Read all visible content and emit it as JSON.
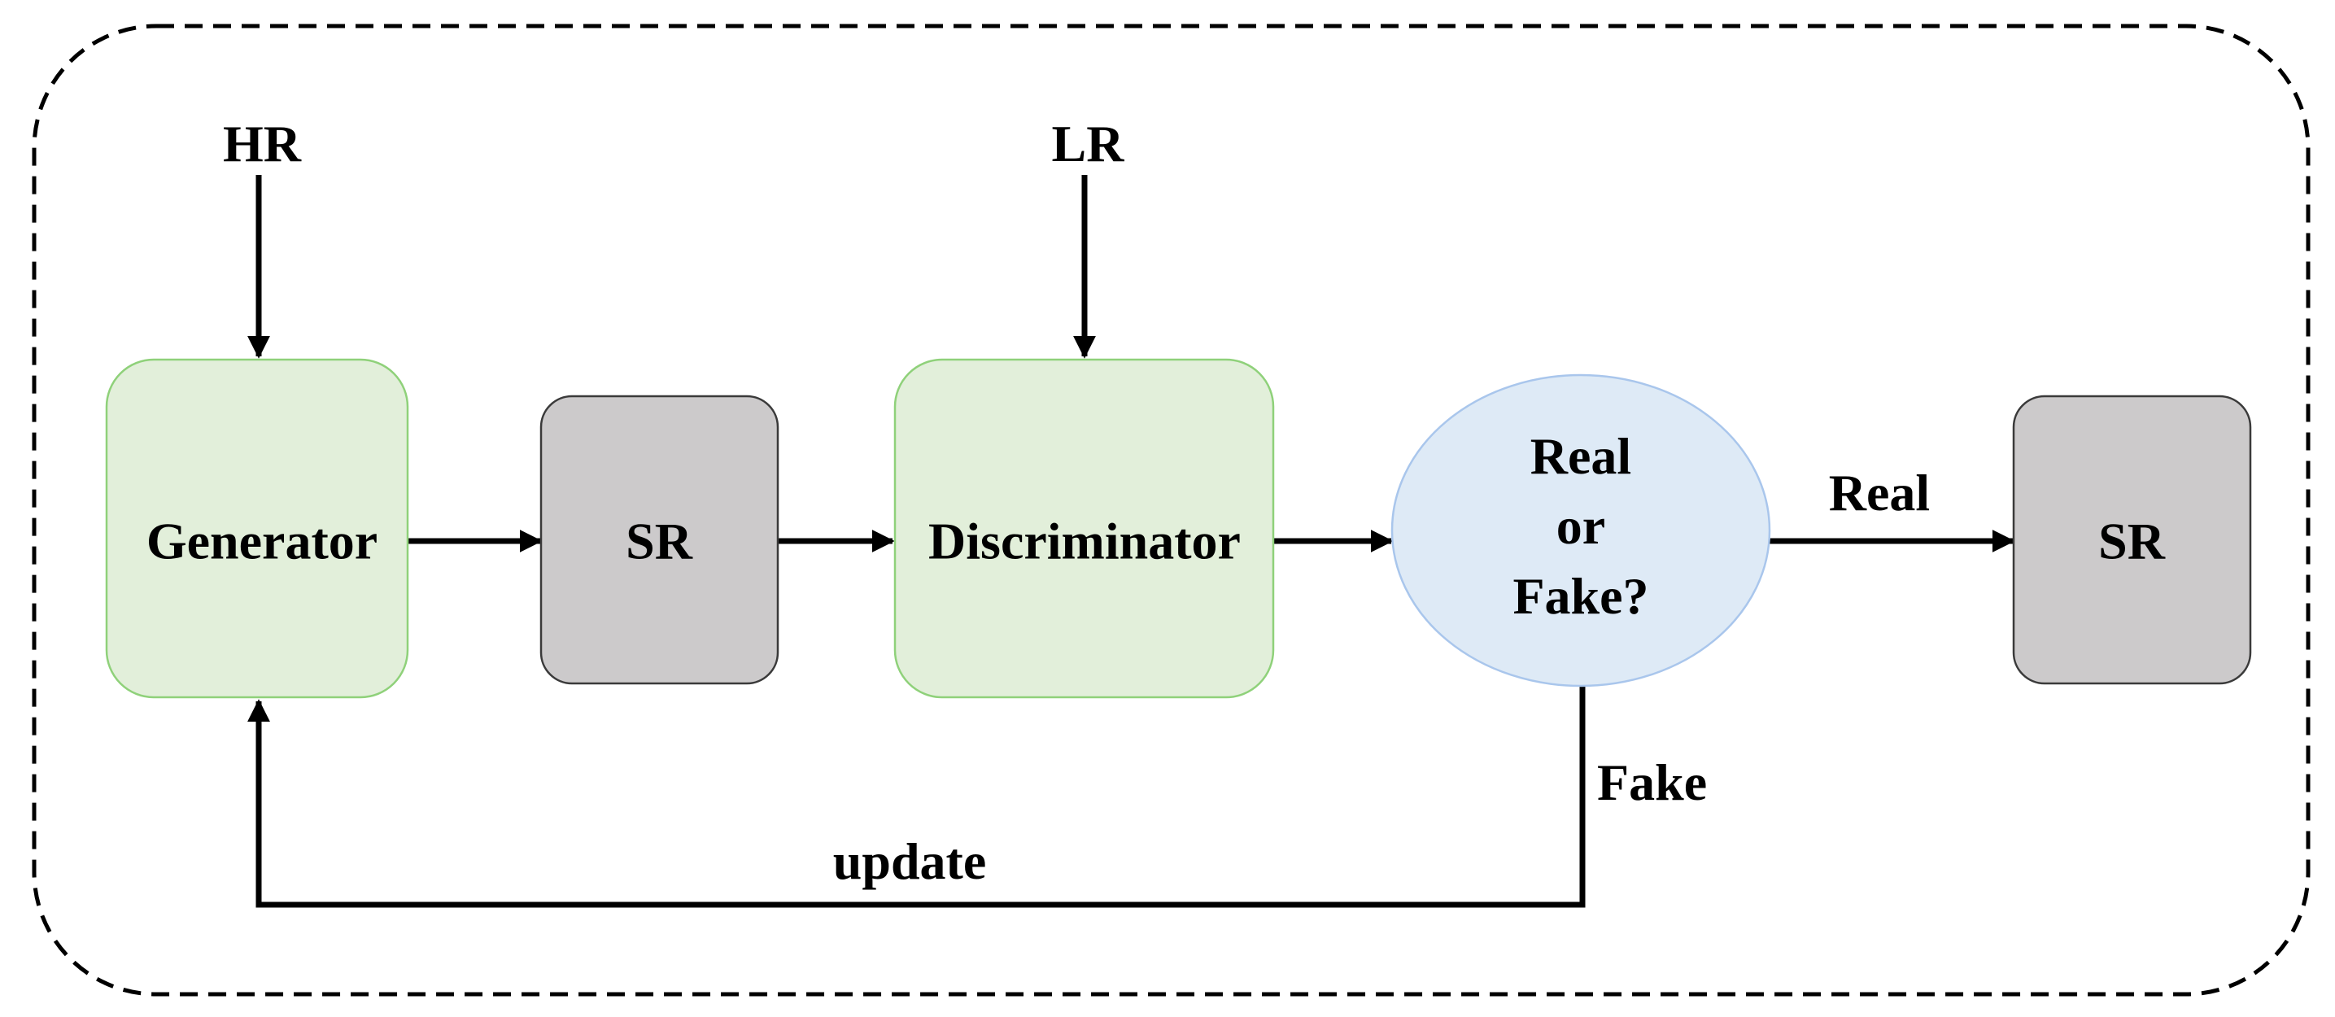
{
  "nodes": {
    "hr": {
      "label": "HR"
    },
    "lr": {
      "label": "LR"
    },
    "generator": {
      "label": "Generator"
    },
    "sr_generated": {
      "label": "SR"
    },
    "discriminator": {
      "label": "Discriminator"
    },
    "decision": {
      "line1": "Real",
      "line2": "or",
      "line3": "Fake?"
    },
    "sr_output": {
      "label": "SR"
    }
  },
  "edges": {
    "real_label": "Real",
    "fake_label": "Fake",
    "update_label": "update"
  },
  "colors": {
    "generator_fill": "#e2efda",
    "generator_stroke": "#8fd17a",
    "sr_fill": "#cccacb",
    "sr_stroke": "#3a3a3a",
    "decision_fill": "#deeaf6",
    "decision_stroke": "#a9c6ec",
    "line": "#000000",
    "border": "#000000"
  }
}
